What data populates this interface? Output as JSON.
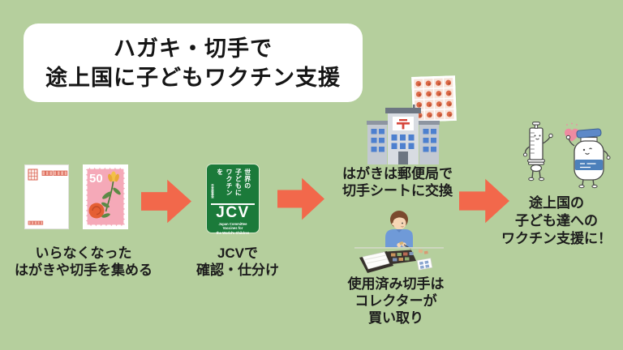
{
  "title": {
    "line1": "ハガキ・切手で",
    "line2": "途上国に子どもワクチン支援"
  },
  "steps": {
    "collect": {
      "line1": "いらなくなった",
      "line2": "はがきや切手を集める"
    },
    "jcv": {
      "line1": "JCVで",
      "line2": "確認・仕分け"
    },
    "post_office": {
      "line1": "はがきは郵便局で",
      "line2": "切手シートに交換"
    },
    "collector": {
      "line1": "使用済み切手は",
      "line2": "コレクターが",
      "line3": "買い取り"
    },
    "vaccine": {
      "line1": "途上国の",
      "line2": "子ども達への",
      "line3": "ワクチン支援に！"
    }
  },
  "jcv_logo": {
    "vertical_cols": {
      "c1": "世界の",
      "c2": "子どもに",
      "c3": "ワクチン",
      "c4": "を"
    },
    "small_org": "日本委員会",
    "acronym": "JCV",
    "sub1": "Japan Committee",
    "sub2": "Vaccines for",
    "sub3": "the World's Children"
  },
  "stamp": {
    "value": "50"
  },
  "icons": {
    "flow_arrow": "right-block-arrow",
    "postcard": "postcard-icon",
    "stamp": "50-yen-flower-stamp-icon",
    "stamp_sheet": "stamp-sheet-icon",
    "post_office": "post-office-building-icon",
    "collector": "stamp-collector-person-icon",
    "syringe": "syringe-character-icon",
    "vaccine_bottle": "vaccine-bottle-character-icon",
    "heart": "heart-icon"
  },
  "colors": {
    "background": "#b5cf9d",
    "card": "#ffffff",
    "arrow": "#f2684b",
    "text": "#1c1c1c",
    "jcv_green": "#1b7a3a",
    "stamp_pink": "#f5a9b8",
    "heart_pink": "#ee8ba1",
    "post_red": "#d6453a",
    "window_blue": "#4d80cf",
    "bottle_blue": "#5d89c8"
  }
}
